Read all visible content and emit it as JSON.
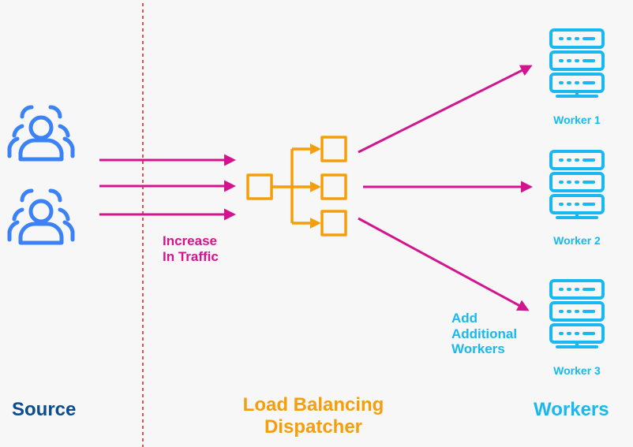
{
  "colors": {
    "background": "#f7f7f8",
    "source_blue": "#3b82f6",
    "source_title": "#0b4c8c",
    "dispatcher_orange": "#f59e0b",
    "traffic_magenta": "#d4148f",
    "worker_cyan": "#19b8f0",
    "divider_red": "#d9534f"
  },
  "labels": {
    "source": "Source",
    "dispatcher_line1": "Load Balancing",
    "dispatcher_line2": "Dispatcher",
    "workers": "Workers",
    "increase_line1": "Increase",
    "increase_line2": "In Traffic",
    "add_line1": "Add",
    "add_line2": "Additional",
    "add_line3": "Workers"
  },
  "workers": [
    {
      "label": "Worker 1"
    },
    {
      "label": "Worker 2"
    },
    {
      "label": "Worker 3"
    }
  ],
  "icons": {
    "source_group": "user-group-icon",
    "dispatcher": "dispatcher-tree-icon",
    "worker": "server-icon"
  }
}
